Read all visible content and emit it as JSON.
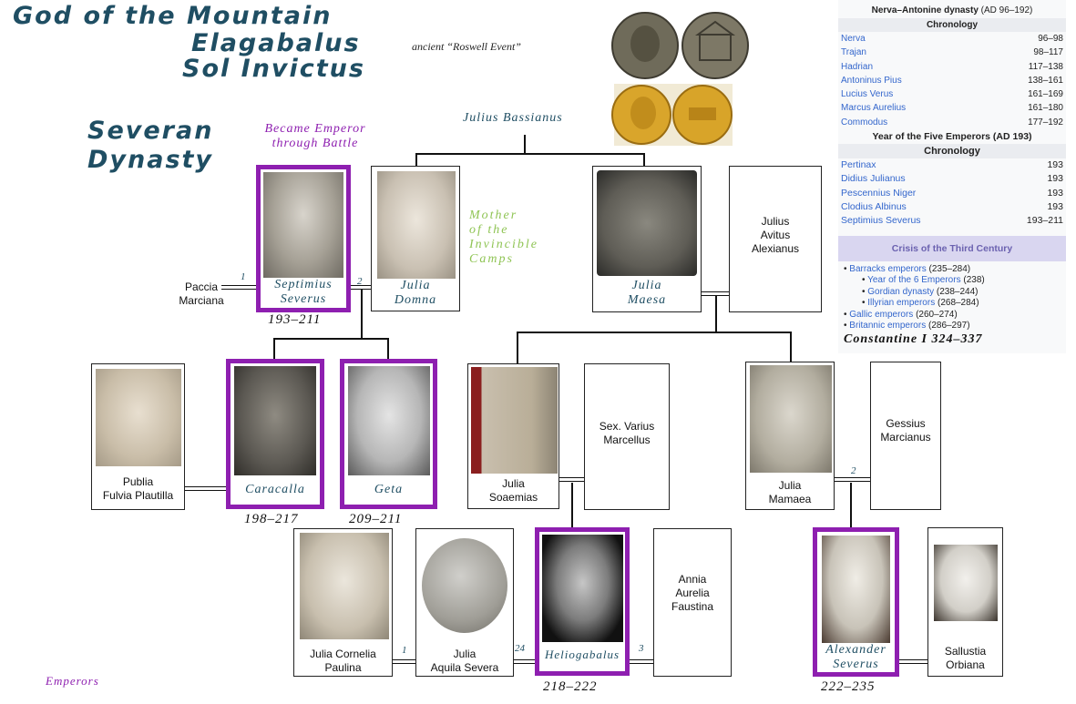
{
  "titles": {
    "line1": "God of the Mountain",
    "line2": "Elagabalus",
    "line3": "Sol Invictus",
    "roswell": "ancient “Roswell Event”",
    "dynasty1": "Severan",
    "dynasty2": "Dynasty"
  },
  "notes": {
    "battle": "Became Emperor through Battle",
    "mother1": "Mother",
    "mother2": "of the",
    "mother3": "Invincible",
    "mother4": "Camps",
    "emperors_legend": "Emperors"
  },
  "tree": {
    "julius_bassianus": "Julius Bassianus",
    "paccia1": "Paccia",
    "paccia2": "Marciana",
    "septimius1": "Septimius",
    "septimius2": "Severus",
    "septimius_reign": "193–211",
    "julia_domna1": "Julia",
    "julia_domna2": "Domna",
    "julia_maesa1": "Julia",
    "julia_maesa2": "Maesa",
    "julius_avitus1": "Julius",
    "julius_avitus2": "Avitus",
    "julius_avitus3": "Alexianus",
    "publia1": "Publia",
    "publia2": "Fulvia Plautilla",
    "caracalla": "Caracalla",
    "caracalla_reign": "198–217",
    "geta": "Geta",
    "geta_reign": "209–211",
    "soaemias1": "Julia",
    "soaemias2": "Soaemias",
    "varius1": "Sex. Varius",
    "varius2": "Marcellus",
    "mamaea1": "Julia",
    "mamaea2": "Mamaea",
    "gessius1": "Gessius",
    "gessius2": "Marcianus",
    "cornelia1": "Julia Cornelia",
    "cornelia2": "Paulina",
    "aquila1": "Julia",
    "aquila2": "Aquila Severa",
    "heliogabalus": "Heliogabalus",
    "heliogabalus_reign": "218–222",
    "annia1": "Annia",
    "annia2": "Aurelia",
    "annia3": "Faustina",
    "alexander1": "Alexander",
    "alexander2": "Severus",
    "alexander_reign": "222–235",
    "sallustia1": "Sallustia",
    "sallustia2": "Orbiana",
    "n1a": "1",
    "n2a": "2",
    "n1b": "1",
    "n24": "24",
    "n3": "3",
    "n2b": "2"
  },
  "wiki": {
    "title": "Nerva–Antonine dynasty",
    "title_years": "(AD 96–192)",
    "chronology_label": "Chronology",
    "rows1": [
      {
        "name": "Nerva",
        "years": "96–98"
      },
      {
        "name": "Trajan",
        "years": "98–117"
      },
      {
        "name": "Hadrian",
        "years": "117–138"
      },
      {
        "name": "Antoninus Pius",
        "years": "138–161"
      },
      {
        "name": "Lucius Verus",
        "years": "161–169"
      },
      {
        "name": "Marcus Aurelius",
        "years": "161–180"
      },
      {
        "name": "Commodus",
        "years": "177–192"
      }
    ],
    "five_emperors": "Year of the Five Emperors (AD 193)",
    "chronology2_label": "Chronology",
    "rows2": [
      {
        "name": "Pertinax",
        "years": "193"
      },
      {
        "name": "Didius Julianus",
        "years": "193"
      },
      {
        "name": "Pescennius Niger",
        "years": "193"
      },
      {
        "name": "Clodius Albinus",
        "years": "193"
      },
      {
        "name": "Septimius Severus",
        "years": "193–211"
      }
    ],
    "crisis": "Crisis of the Third Century",
    "list": [
      {
        "name": "Barracks emperors",
        "years": "(235–284)",
        "level": 1
      },
      {
        "name": "Year of the 6 Emperors",
        "years": "(238)",
        "level": 2
      },
      {
        "name": "Gordian dynasty",
        "years": "(238–244)",
        "level": 2
      },
      {
        "name": "Illyrian emperors",
        "years": "(268–284)",
        "level": 2
      },
      {
        "name": "Gallic emperors",
        "years": "(260–274)",
        "level": 1
      },
      {
        "name": "Britannic emperors",
        "years": "(286–297)",
        "level": 1
      }
    ],
    "constantine": "Constantine I 324–337"
  },
  "colors": {
    "emperor_border": "#8e1fb0",
    "title": "#1f4e63",
    "mother_note": "#8fc454",
    "link": "#3366cc"
  }
}
